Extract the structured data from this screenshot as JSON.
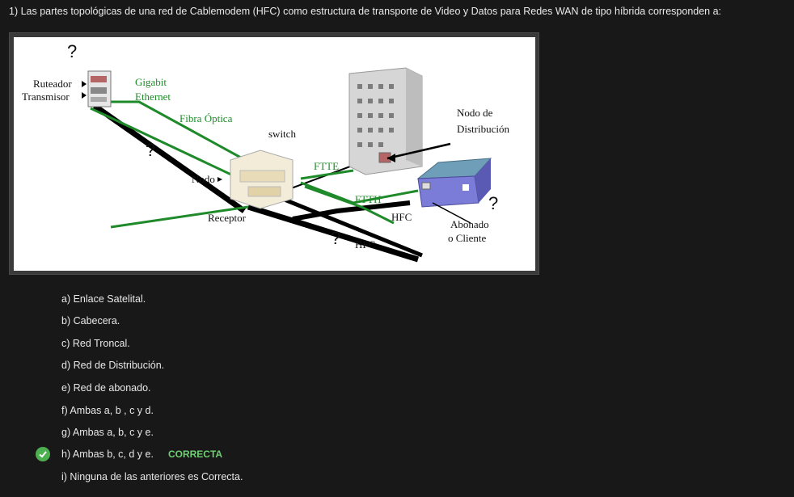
{
  "question": {
    "text": "1) Las partes topológicas de una red de Cablemodem (HFC) como estructura de transporte de Video y Datos para Redes WAN de tipo híbrida corresponden a:"
  },
  "figure": {
    "labels": {
      "ruteador": "Ruteador",
      "transmisor": "Transmisor",
      "gigabit": "Gigabit",
      "ethernet": "Ethernet",
      "fibra": "Fibra Óptica",
      "switch": "switch",
      "nodo": "Nodo",
      "receptor": "Receptor",
      "ftte": "FTTE",
      "ftth": "FTTH",
      "hfc1": "HFC",
      "hfc2": "HFC",
      "nodo_dist_1": "Nodo de",
      "nodo_dist_2": "Distribución",
      "abonado_1": "Abonado",
      "abonado_2": "o Cliente",
      "q": "?"
    }
  },
  "options": [
    {
      "label": "a) Enlace Satelital."
    },
    {
      "label": "b) Cabecera."
    },
    {
      "label": "c) Red Troncal."
    },
    {
      "label": "d) Red de Distribución."
    },
    {
      "label": "e) Red de abonado."
    },
    {
      "label": "f) Ambas a, b , c y d."
    },
    {
      "label": "g) Ambas a, b, c y e."
    },
    {
      "label": "h) Ambas b, c, d y e.",
      "badge": "CORRECTA"
    },
    {
      "label": "i) Ninguna de las anteriores es Correcta."
    }
  ],
  "colors": {
    "correct": "#4caf50",
    "green_lines": "#1f8a2a"
  }
}
